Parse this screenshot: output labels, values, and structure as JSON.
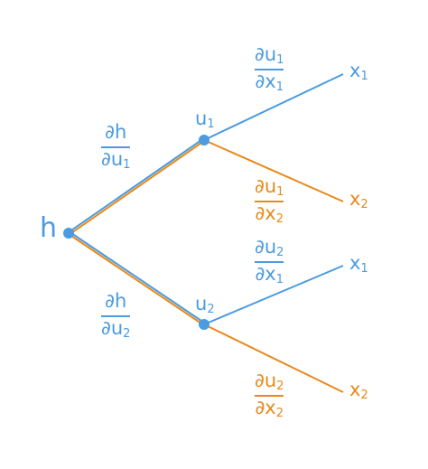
{
  "colors": {
    "blue": "#4a9be0",
    "orange": "#e8891a"
  },
  "nodes": {
    "h": "h",
    "u1": {
      "base": "u",
      "sub": "1"
    },
    "u2": {
      "base": "u",
      "sub": "2"
    }
  },
  "leaves": [
    {
      "base": "x",
      "sub": "1"
    },
    {
      "base": "x",
      "sub": "2"
    },
    {
      "base": "x",
      "sub": "1"
    },
    {
      "base": "x",
      "sub": "2"
    }
  ],
  "fractions": {
    "dh_du1": {
      "num": "∂h",
      "num_sub": "",
      "den": "∂u",
      "den_sub": "1"
    },
    "dh_du2": {
      "num": "∂h",
      "num_sub": "",
      "den": "∂u",
      "den_sub": "2"
    },
    "du1_dx1": {
      "num": "∂u",
      "num_sub": "1",
      "den": "∂x",
      "den_sub": "1"
    },
    "du1_dx2": {
      "num": "∂u",
      "num_sub": "1",
      "den": "∂x",
      "den_sub": "2"
    },
    "du2_dx1": {
      "num": "∂u",
      "num_sub": "2",
      "den": "∂x",
      "den_sub": "1"
    },
    "du2_dx2": {
      "num": "∂u",
      "num_sub": "2",
      "den": "∂x",
      "den_sub": "2"
    }
  }
}
